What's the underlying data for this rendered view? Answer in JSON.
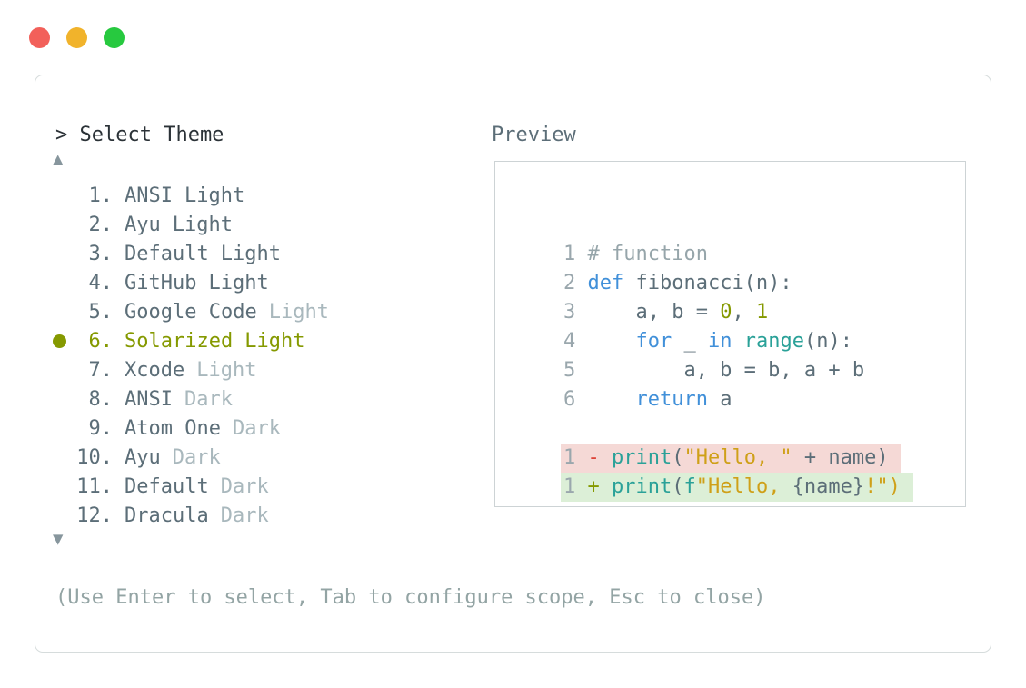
{
  "window": {
    "dots": [
      {
        "name": "close-button",
        "color": "#f2605a"
      },
      {
        "name": "minimize-button",
        "color": "#f1b32b"
      },
      {
        "name": "zoom-button",
        "color": "#27c93f"
      }
    ]
  },
  "panel": {
    "title": "> Select Theme",
    "scroll_up_icon": "▲",
    "scroll_down_icon": "▼",
    "footer_hint": "(Use Enter to select, Tab to configure scope, Esc to close)",
    "theme_list": {
      "items": [
        {
          "number": "1.",
          "name": "ANSI",
          "variant": "Light",
          "variant_dimmed": false,
          "selected": false
        },
        {
          "number": "2.",
          "name": "Ayu",
          "variant": "Light",
          "variant_dimmed": false,
          "selected": false
        },
        {
          "number": "3.",
          "name": "Default",
          "variant": "Light",
          "variant_dimmed": false,
          "selected": false
        },
        {
          "number": "4.",
          "name": "GitHub",
          "variant": "Light",
          "variant_dimmed": false,
          "selected": false
        },
        {
          "number": "5.",
          "name": "Google Code",
          "variant": "Light",
          "variant_dimmed": true,
          "selected": false
        },
        {
          "number": "6.",
          "name": "Solarized",
          "variant": "Light",
          "variant_dimmed": false,
          "selected": true
        },
        {
          "number": "7.",
          "name": "Xcode",
          "variant": "Light",
          "variant_dimmed": true,
          "selected": false
        },
        {
          "number": "8.",
          "name": "ANSI",
          "variant": "Dark",
          "variant_dimmed": true,
          "selected": false
        },
        {
          "number": "9.",
          "name": "Atom One",
          "variant": "Dark",
          "variant_dimmed": true,
          "selected": false
        },
        {
          "number": "10.",
          "name": "Ayu",
          "variant": "Dark",
          "variant_dimmed": true,
          "selected": false
        },
        {
          "number": "11.",
          "name": "Default",
          "variant": "Dark",
          "variant_dimmed": true,
          "selected": false
        },
        {
          "number": "12.",
          "name": "Dracula",
          "variant": "Dark",
          "variant_dimmed": true,
          "selected": false
        }
      ]
    },
    "preview": {
      "label": "Preview",
      "code_lines": [
        {
          "num": "1",
          "segments": [
            [
              "# function",
              "comment"
            ]
          ]
        },
        {
          "num": "2",
          "segments": [
            [
              "def",
              "kw"
            ],
            [
              " fibonacci(n):",
              "plain"
            ]
          ]
        },
        {
          "num": "3",
          "segments": [
            [
              "    a, b = ",
              "plain"
            ],
            [
              "0",
              "num"
            ],
            [
              ", ",
              "plain"
            ],
            [
              "1",
              "num"
            ]
          ]
        },
        {
          "num": "4",
          "segments": [
            [
              "    ",
              "plain"
            ],
            [
              "for",
              "kw"
            ],
            [
              " _ ",
              "plain"
            ],
            [
              "in",
              "kw"
            ],
            [
              " ",
              "plain"
            ],
            [
              "range",
              "fn"
            ],
            [
              "(n):",
              "plain"
            ]
          ]
        },
        {
          "num": "5",
          "segments": [
            [
              "        a, b = b, a + b",
              "plain"
            ]
          ]
        },
        {
          "num": "6",
          "segments": [
            [
              "    ",
              "plain"
            ],
            [
              "return",
              "kw"
            ],
            [
              " a",
              "plain"
            ]
          ]
        },
        {
          "blank": true
        },
        {
          "num": "1",
          "diff": "removed",
          "segments": [
            [
              "- ",
              "minus"
            ],
            [
              "print",
              "fn"
            ],
            [
              "(",
              "plain"
            ],
            [
              "\"Hello, \"",
              "str"
            ],
            [
              " + name)",
              "plain"
            ]
          ]
        },
        {
          "num": "1",
          "diff": "added",
          "segments": [
            [
              "+ ",
              "plus"
            ],
            [
              "print",
              "fn"
            ],
            [
              "(",
              "plain"
            ],
            [
              "f",
              "fn"
            ],
            [
              "\"Hello, ",
              "str"
            ],
            [
              "{name}",
              "plain"
            ],
            [
              "!\")",
              "str"
            ]
          ]
        }
      ]
    }
  },
  "colors": {
    "panel_border": "#d6dcdc",
    "title_text": "#2b3237",
    "body_text": "#5c6e78",
    "dimmed_text": "#a9b8bd",
    "selected_accent": "#859900",
    "keyword_blue": "#4190d9",
    "function_teal": "#2aa198",
    "string_gold": "#cfa018",
    "removed_red": "#dd4338",
    "removed_bg": "#f5d9d6",
    "added_bg": "#dcefd7",
    "footer_text": "#93a4a4"
  }
}
